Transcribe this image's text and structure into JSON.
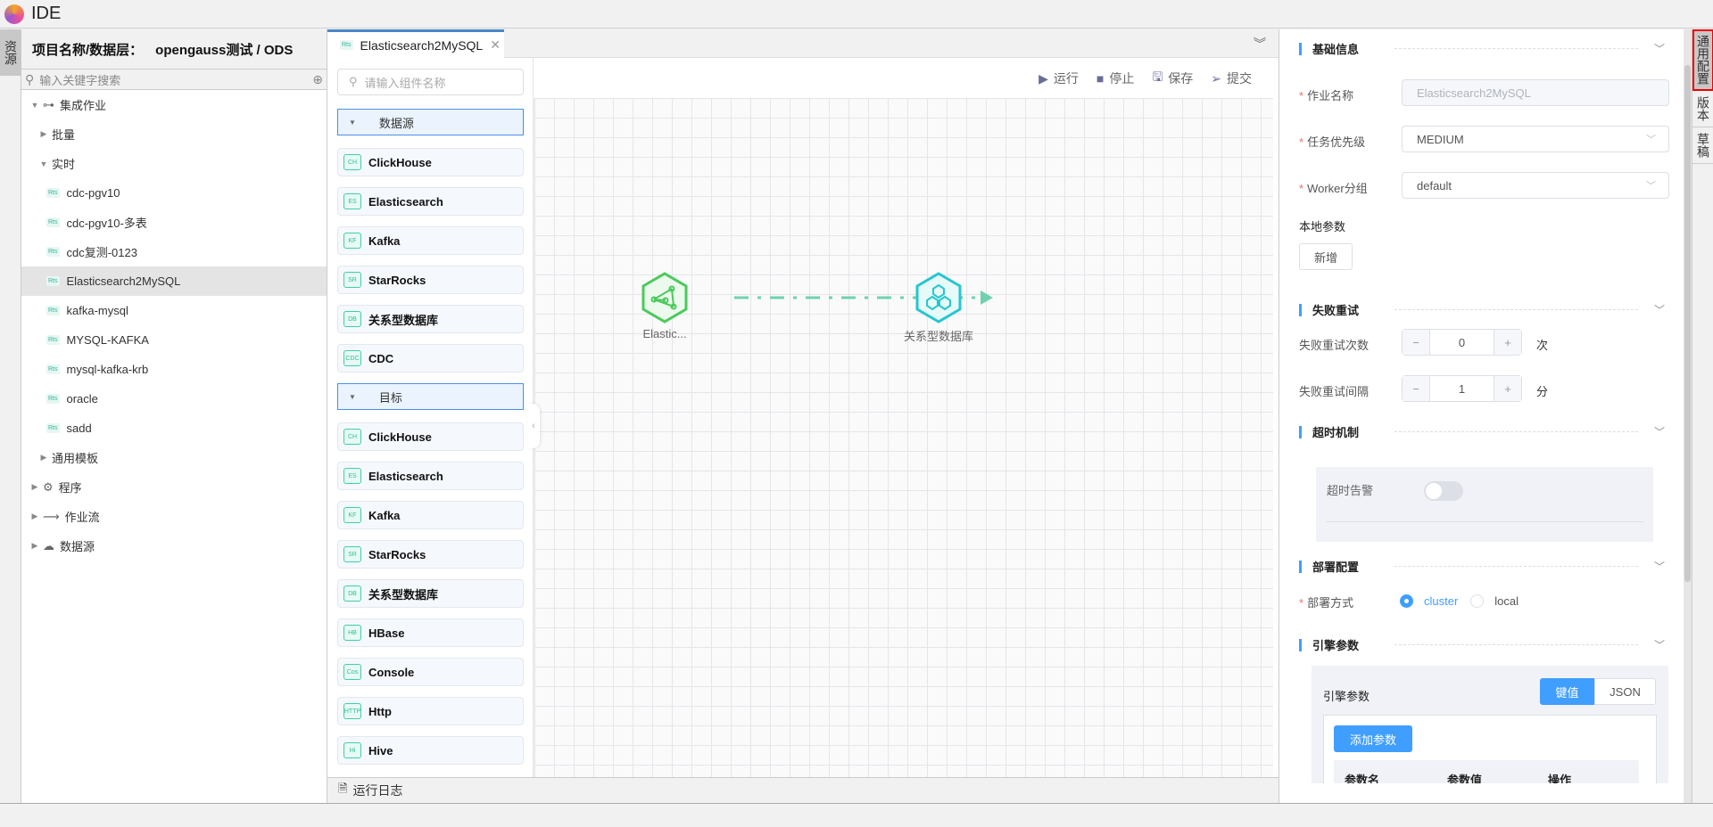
{
  "app": {
    "title": "IDE"
  },
  "left_tabs": [
    "资源"
  ],
  "tree": {
    "header_label": "项目名称/数据层：",
    "header_value": "opengauss测试 / ODS",
    "search_placeholder": "输入关键字搜索",
    "items": [
      {
        "label": "集成作业",
        "level": 0,
        "expanded": true,
        "icon": "integration-icon"
      },
      {
        "label": "批量",
        "level": 1,
        "expanded": false
      },
      {
        "label": "实时",
        "level": 1,
        "expanded": true
      },
      {
        "label": "cdc-pgv10",
        "level": 2,
        "badge": "Rts"
      },
      {
        "label": "cdc-pgv10-多表",
        "level": 2,
        "badge": "Rts"
      },
      {
        "label": "cdc复测-0123",
        "level": 2,
        "badge": "Rts"
      },
      {
        "label": "Elasticsearch2MySQL",
        "level": 2,
        "badge": "Rts",
        "selected": true
      },
      {
        "label": "kafka-mysql",
        "level": 2,
        "badge": "Rts"
      },
      {
        "label": "MYSQL-KAFKA",
        "level": 2,
        "badge": "Rts"
      },
      {
        "label": "mysql-kafka-krb",
        "level": 2,
        "badge": "Rts"
      },
      {
        "label": "oracle",
        "level": 2,
        "badge": "Rts"
      },
      {
        "label": "sadd",
        "level": 2,
        "badge": "Rts"
      },
      {
        "label": "通用模板",
        "level": 1,
        "expanded": false
      },
      {
        "label": "程序",
        "level": 0,
        "expanded": false,
        "icon": "gear-icon"
      },
      {
        "label": "作业流",
        "level": 0,
        "expanded": false,
        "icon": "flow-icon"
      },
      {
        "label": "数据源",
        "level": 0,
        "expanded": false,
        "icon": "datasource-icon"
      }
    ]
  },
  "editor": {
    "tab": {
      "badge": "Rts",
      "label": "Elasticsearch2MySQL"
    },
    "component_search_placeholder": "请输入组件名称",
    "groups": [
      {
        "label": "数据源",
        "items": [
          {
            "label": "ClickHouse",
            "icon": "CH"
          },
          {
            "label": "Elasticsearch",
            "icon": "ES"
          },
          {
            "label": "Kafka",
            "icon": "KF"
          },
          {
            "label": "StarRocks",
            "icon": "SR"
          },
          {
            "label": "关系型数据库",
            "icon": "DB"
          },
          {
            "label": "CDC",
            "icon": "CDC"
          }
        ]
      },
      {
        "label": "目标",
        "items": [
          {
            "label": "ClickHouse",
            "icon": "CH"
          },
          {
            "label": "Elasticsearch",
            "icon": "ES"
          },
          {
            "label": "Kafka",
            "icon": "KF"
          },
          {
            "label": "StarRocks",
            "icon": "SR"
          },
          {
            "label": "关系型数据库",
            "icon": "DB"
          },
          {
            "label": "HBase",
            "icon": "HB"
          },
          {
            "label": "Console",
            "icon": "Cos"
          },
          {
            "label": "Http",
            "icon": "HTTP"
          },
          {
            "label": "Hive",
            "icon": "Hi"
          }
        ]
      }
    ],
    "toolbar": {
      "run": "运行",
      "stop": "停止",
      "save": "保存",
      "submit": "提交"
    },
    "nodes": [
      {
        "label": "Elastic...",
        "color": "#4cc95c"
      },
      {
        "label": "关系型数据库",
        "color": "#26c6d0"
      }
    ],
    "edge_color": "#6fd1b0",
    "log_label": "运行日志"
  },
  "config": {
    "sections": {
      "basic": "基础信息",
      "retry": "失败重试",
      "timeout": "超时机制",
      "deploy": "部署配置",
      "engine": "引擎参数"
    },
    "job_name_label": "作业名称",
    "job_name_value": "Elasticsearch2MySQL",
    "priority_label": "任务优先级",
    "priority_value": "MEDIUM",
    "worker_label": "Worker分组",
    "worker_value": "default",
    "local_params_label": "本地参数",
    "add_button": "新增",
    "retry_count_label": "失败重试次数",
    "retry_count_value": "0",
    "retry_count_unit": "次",
    "retry_interval_label": "失败重试间隔",
    "retry_interval_value": "1",
    "retry_interval_unit": "分",
    "timeout_alert_label": "超时告警",
    "timeout_alert_on": false,
    "deploy_mode_label": "部署方式",
    "deploy_options": [
      "cluster",
      "local"
    ],
    "deploy_selected": "cluster",
    "engine_params_label": "引擎参数",
    "engine_mode_kv": "键值",
    "engine_mode_json": "JSON",
    "engine_mode_selected": "键值",
    "add_param_button": "添加参数",
    "table_headers": [
      "参数名",
      "参数值",
      "操作"
    ],
    "accent": "#409eff"
  },
  "right_tabs": [
    "通用配置",
    "版本",
    "草稿"
  ]
}
